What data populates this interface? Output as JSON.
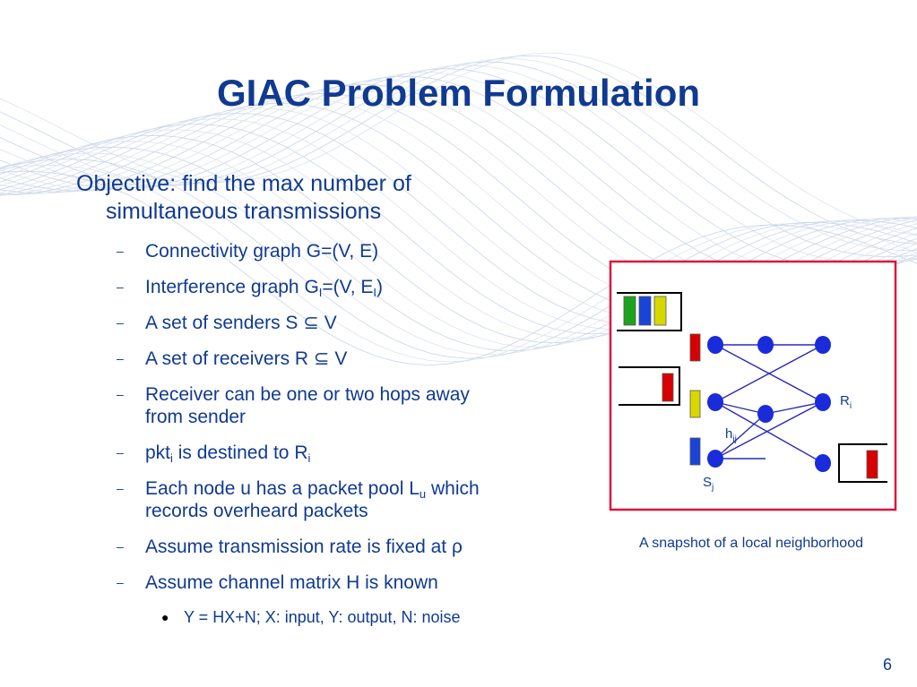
{
  "title": "GIAC Problem Formulation",
  "objective": {
    "line1": "Objective: find the max number of",
    "line2": "simultaneous transmissions"
  },
  "bullets": [
    {
      "parts": [
        {
          "t": "Connectivity graph G=(V, E)"
        }
      ]
    },
    {
      "parts": [
        {
          "t": "Interference graph G"
        },
        {
          "sub": "I"
        },
        {
          "t": "=(V, E"
        },
        {
          "sub": "I"
        },
        {
          "t": ")"
        }
      ]
    },
    {
      "parts": [
        {
          "t": "A set of senders S "
        },
        {
          "t": "⊆"
        },
        {
          "t": " V"
        }
      ]
    },
    {
      "parts": [
        {
          "t": "A set of receivers R "
        },
        {
          "t": "⊆"
        },
        {
          "t": " V"
        }
      ]
    },
    {
      "parts": [
        {
          "t": "Receiver can be one or two hops away"
        }
      ],
      "line2": "from sender"
    },
    {
      "parts": [
        {
          "t": "pkt"
        },
        {
          "sub": "i"
        },
        {
          "t": " is destined to R"
        },
        {
          "sub": "i"
        }
      ]
    },
    {
      "parts": [
        {
          "t": "Each node u has a packet pool L"
        },
        {
          "sub": "u"
        },
        {
          "t": " which"
        }
      ],
      "line2": "records overheard packets"
    },
    {
      "parts": [
        {
          "t": "Assume transmission rate is fixed at  ρ"
        }
      ]
    },
    {
      "parts": [
        {
          "t": "Assume channel matrix H is known"
        }
      ]
    }
  ],
  "subbullet": "Y = HX+N; X: input, Y: output, N: noise",
  "bullet_marker": "–",
  "subbullet_marker": "●",
  "diagram": {
    "label_r": "R",
    "label_r_sub": "i",
    "label_h": "h",
    "label_h_sub": "ij",
    "label_s": "S",
    "label_s_sub": "j",
    "colors": {
      "frame": "#dc143c",
      "node": "#1a2bd9",
      "edge": "#2a2ab8",
      "green": "#1ca41c",
      "blue": "#1a44d8",
      "yellow": "#d8d800",
      "red": "#d80000"
    }
  },
  "caption": "A snapshot of a local neighborhood",
  "page_number": "6",
  "colors": {
    "title": "#103a91",
    "text": "#103a91"
  }
}
